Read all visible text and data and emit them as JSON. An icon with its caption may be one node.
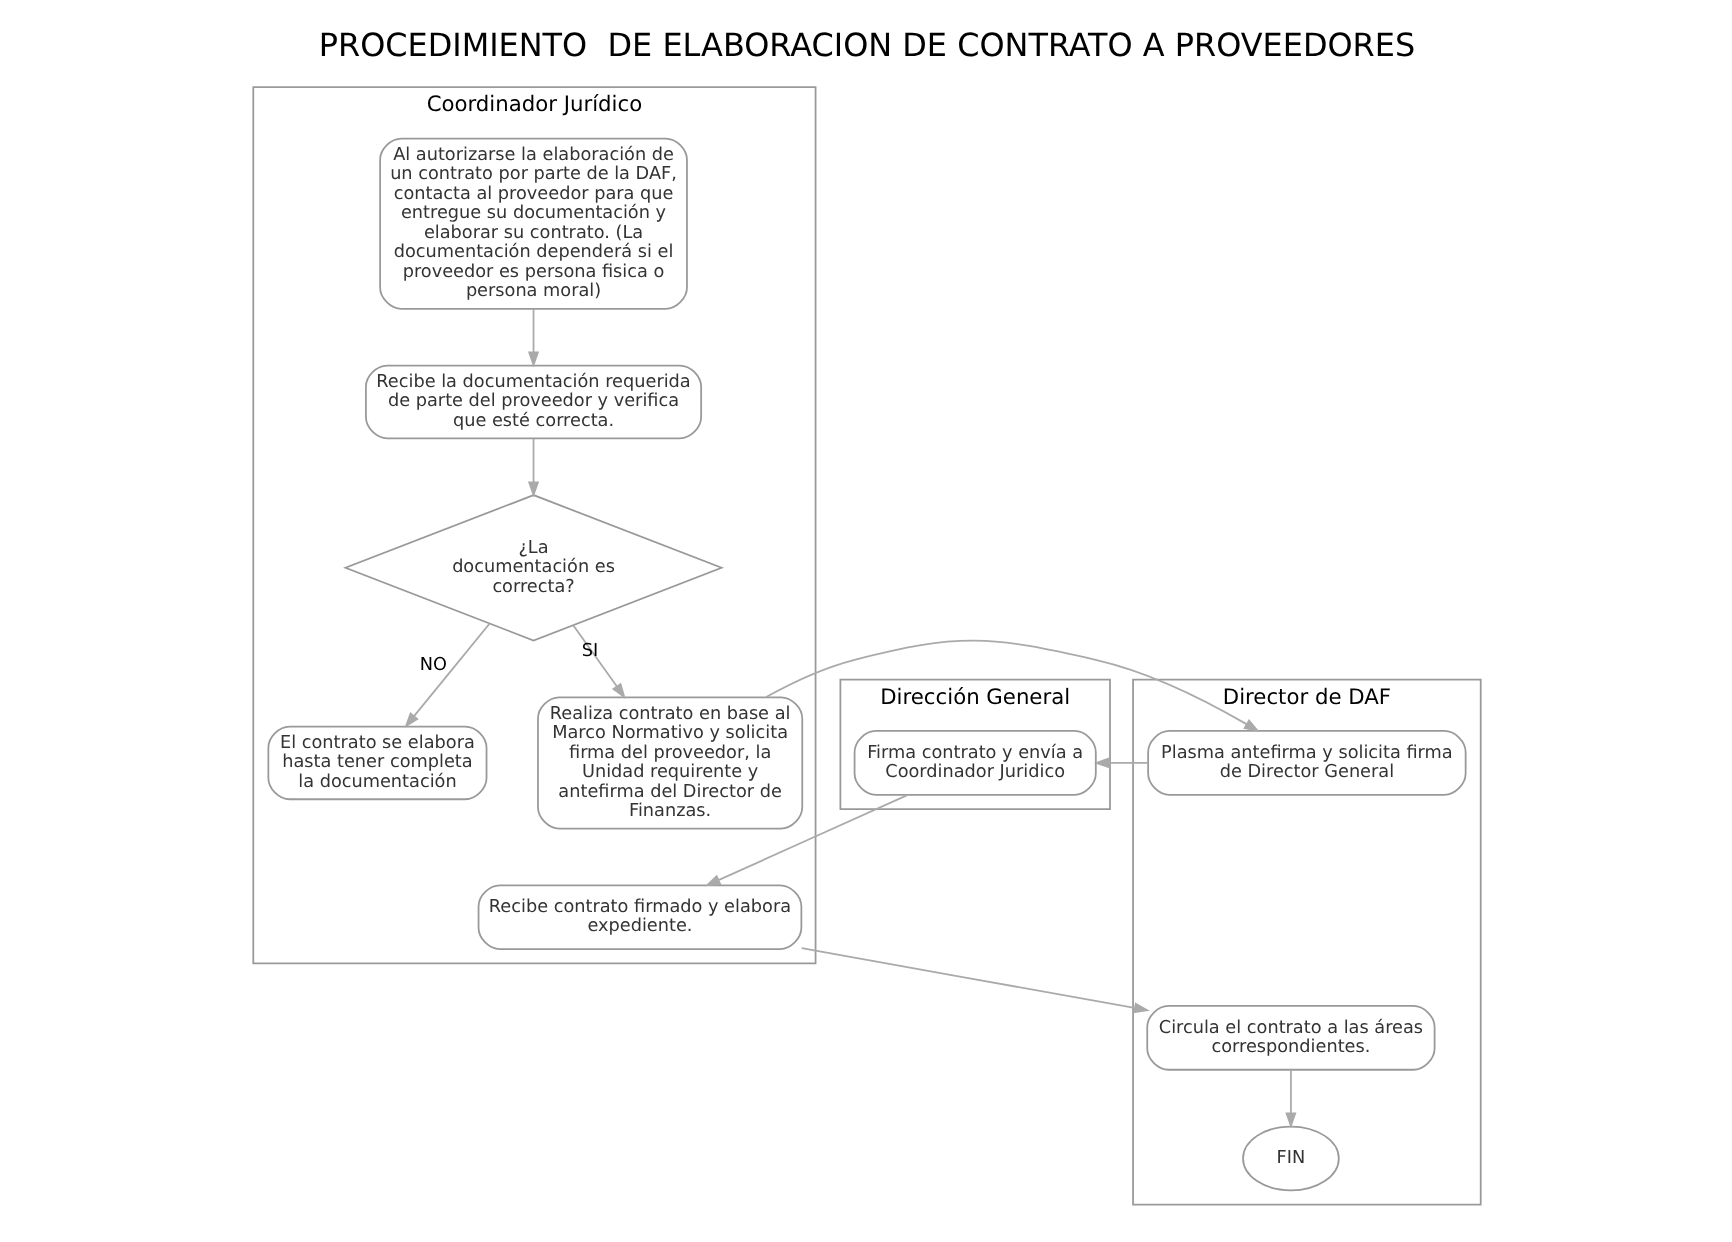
{
  "diagram": {
    "title": "PROCEDIMIENTO  DE ELABORACION DE CONTRATO A PROVEEDORES",
    "nodes": [
      {
        "text": [
          "Coordinador Jurídico"
        ]
      },
      {
        "text": [
          "Director de DAF"
        ]
      },
      {
        "text": [
          "Dirección General"
        ]
      },
      {
        "text": [
          "Al autorizarse la elaboración de un contrato por parte de la DAF, contacta al proveedor para que entregue su documentación y elaborar su contrato. (La documentación dependerá si el proveedor es persona fisica o persona moral)"
        ],
        "in": 0
      },
      {
        "text": [
          "Recibe la documentación requerida de parte del proveedor y verifica que esté correcta."
        ],
        "in": 0
      },
      {
        "text": [
          "¿La documentación es correcta?"
        ],
        "in": 0
      },
      {
        "text": [
          "El contrato se elabora hasta tener completa la documentación"
        ],
        "in": 0
      },
      {
        "text": [
          "Realiza contrato en base al Marco Normativo y solicita firma del proveedor, la Unidad requirente y antefirma del Director de Finanzas."
        ],
        "in": 0
      },
      {
        "text": [
          "Plasma antefirma y solicita firma de Director General"
        ],
        "in": 1
      },
      {
        "text": [
          "Firma contrato y envía a Coordinador Juridico"
        ],
        "in": 2
      },
      {
        "text": [
          "Recibe contrato firmado y elabora expediente."
        ],
        "in": 0
      },
      {
        "text": [
          "Circula el contrato a las áreas correspondientes."
        ],
        "in": 1
      },
      {
        "text": [
          "FIN"
        ],
        "in": 1
      }
    ],
    "edges": [
      {
        "from": 3,
        "to": 4,
        "arrow": "to"
      },
      {
        "from": 4,
        "to": 5,
        "arrow": "to"
      },
      {
        "from": 5,
        "to": 6,
        "arrow": "to",
        "label": "NO"
      },
      {
        "from": 5,
        "to": 7,
        "arrow": "to",
        "label": "SI"
      },
      {
        "from": 7,
        "to": 8,
        "arrow": "to"
      },
      {
        "from": 8,
        "to": 9,
        "arrow": "to"
      },
      {
        "from": 9,
        "to": 10,
        "arrow": "to"
      },
      {
        "from": 10,
        "to": 11,
        "arrow": "to"
      },
      {
        "from": 11,
        "to": 12,
        "arrow": "to"
      }
    ]
  }
}
